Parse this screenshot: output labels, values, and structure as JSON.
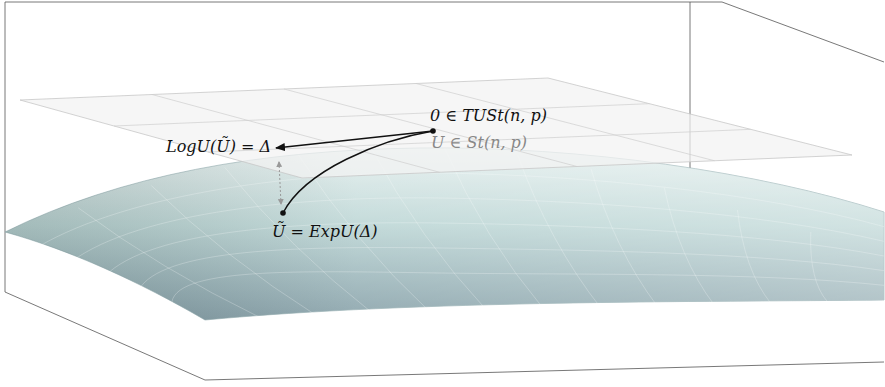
{
  "diagram": {
    "labels": [
      "0 ∈ TUSt(n, p)",
      "U ∈ St(n, p)",
      "LogU(Ũ) = Δ",
      "Ũ = ExpU(Δ)"
    ]
  }
}
